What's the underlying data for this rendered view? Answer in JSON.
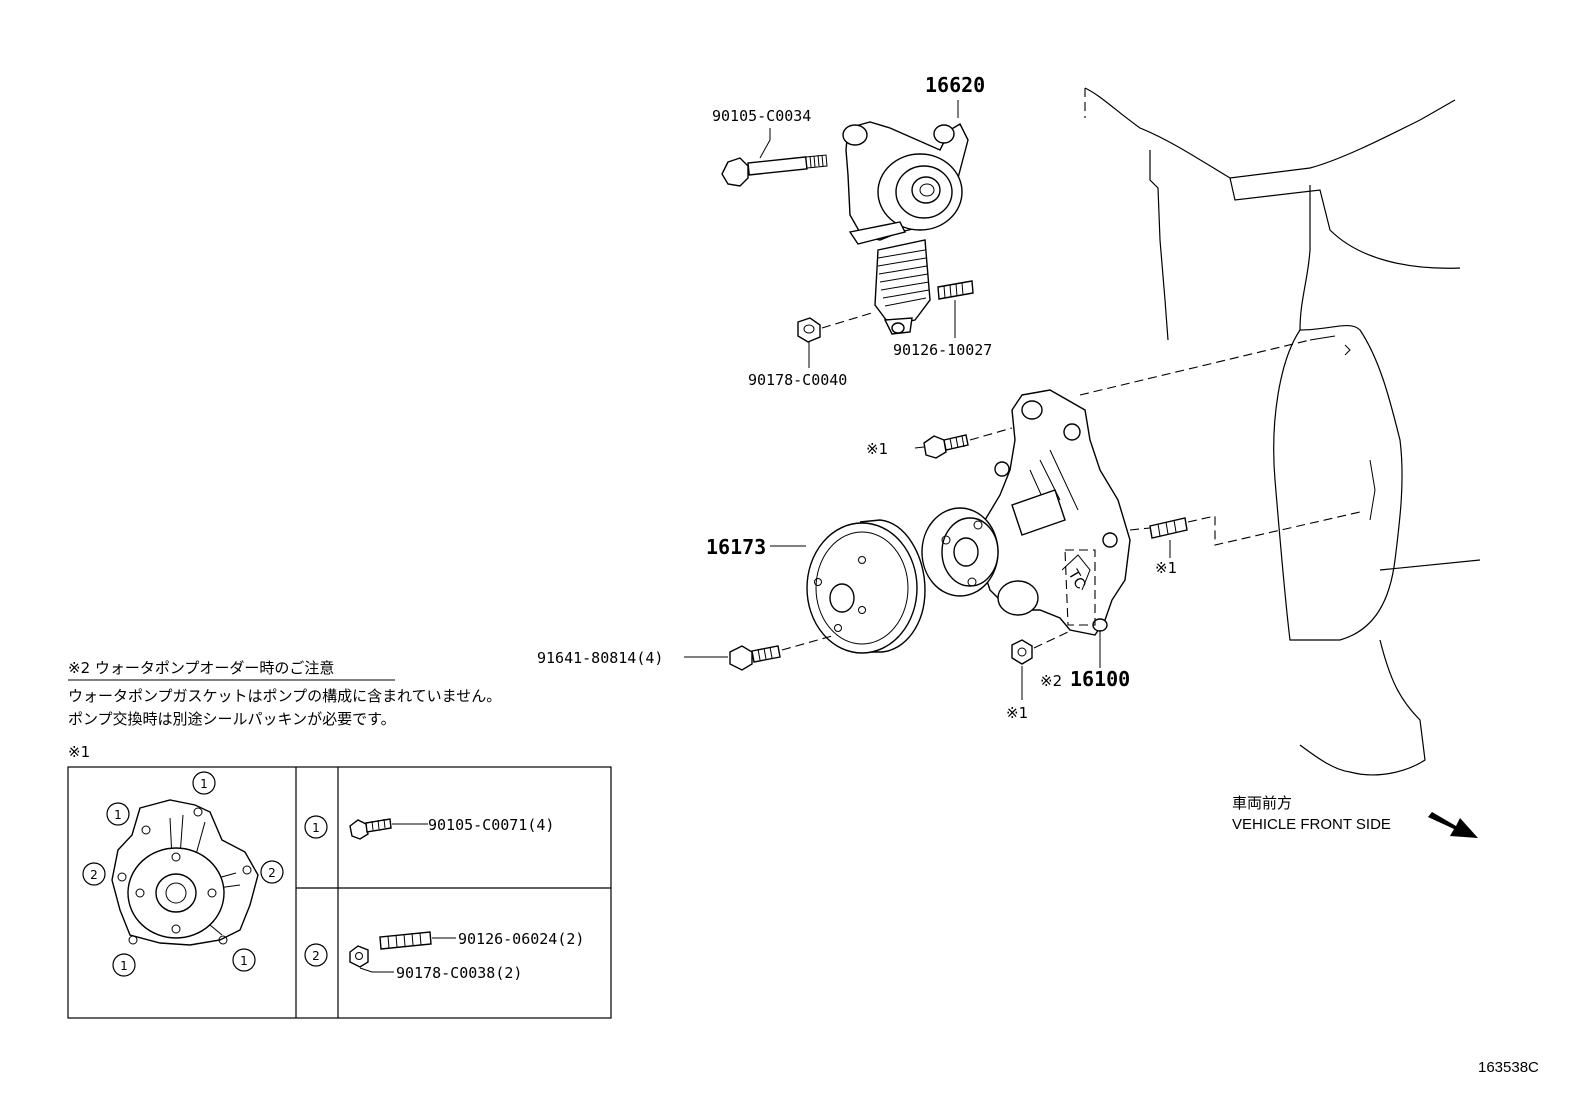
{
  "parts": {
    "tensioner": "16620",
    "tensioner_bolt": "90105-C0034",
    "tensioner_nut": "90178-C0040",
    "tensioner_stud": "90126-10027",
    "pump_pulley": "16173",
    "pulley_bolt": "91641-80814(4)",
    "water_pump": "16100",
    "pump_prefix": "※2"
  },
  "marks": {
    "bolt_ref": "※1",
    "stud_ref": "※1",
    "nut_ref": "※1"
  },
  "note": {
    "title": "※2 ウォータポンプオーダー時のご注意",
    "line1": "ウォータポンプガスケットはポンプの構成に含まれていません。",
    "line2": "ポンプ交換時は別途シールパッキンが必要です。"
  },
  "table": {
    "title": "※1",
    "circle1": "1",
    "circle2": "2",
    "row1_part": "90105-C0071(4)",
    "row2_part_a": "90126-06024(2)",
    "row2_part_b": "90178-C0038(2)"
  },
  "direction": {
    "jp": "車両前方",
    "en": "VEHICLE FRONT SIDE"
  },
  "illustration_code": "163538C"
}
